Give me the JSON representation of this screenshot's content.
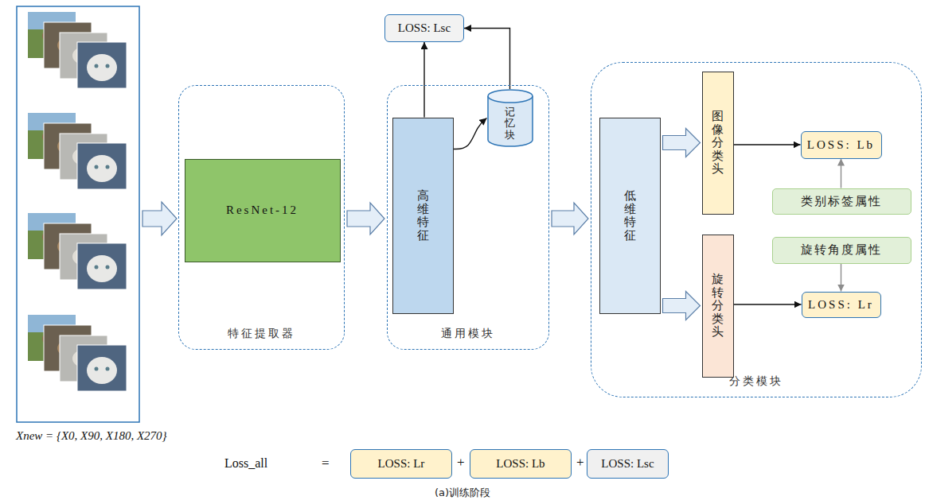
{
  "diagram": {
    "caption": "(a)训练阶段",
    "nodes": [
      {
        "text": [
          "特征提取器"
        ]
      },
      {
        "text": [
          "ResNet-12"
        ],
        "in": 0
      },
      {
        "text": [
          "通用模块"
        ]
      },
      {
        "text": [
          "高维特征"
        ],
        "in": 2
      },
      {
        "text": [
          "记忆块"
        ],
        "in": 2
      },
      {
        "text": [
          "LOSS: Lsc"
        ]
      },
      {
        "text": [
          "分类模块"
        ]
      },
      {
        "text": [
          "低维特征"
        ],
        "in": 6
      },
      {
        "text": [
          "图像分类头"
        ],
        "in": 6
      },
      {
        "text": [
          "旋转分类头"
        ],
        "in": 6
      },
      {
        "text": [
          "LOSS: Lb"
        ],
        "in": 6
      },
      {
        "text": [
          "类别标签属性"
        ],
        "in": 6
      },
      {
        "text": [
          "旋转角度属性"
        ],
        "in": 6
      },
      {
        "text": [
          "LOSS: Lr"
        ],
        "in": 6
      },
      {
        "text": [
          "LOSS: Lr"
        ]
      },
      {
        "text": [
          "LOSS: Lb"
        ]
      },
      {
        "text": [
          "LOSS: Lsc"
        ]
      }
    ],
    "edges": [
      {
        "from": 0,
        "to": 2,
        "arrow": "to"
      },
      {
        "from": 2,
        "to": 6,
        "arrow": "to"
      },
      {
        "from": 7,
        "to": 8,
        "arrow": "to"
      },
      {
        "from": 7,
        "to": 9,
        "arrow": "to"
      },
      {
        "from": 3,
        "to": 5,
        "arrow": "to"
      },
      {
        "from": 4,
        "to": 5,
        "arrow": "to"
      },
      {
        "from": 3,
        "to": 4,
        "arrow": "to"
      },
      {
        "from": 8,
        "to": 10,
        "arrow": "to"
      },
      {
        "from": 11,
        "to": 10,
        "arrow": "to"
      },
      {
        "from": 12,
        "to": 13,
        "arrow": "to"
      },
      {
        "from": 9,
        "to": 13,
        "arrow": "to"
      }
    ],
    "labels": [
      "Xnew = {X0, X90, X180, X270}",
      "Loss_all",
      "=",
      "+",
      "+"
    ]
  }
}
